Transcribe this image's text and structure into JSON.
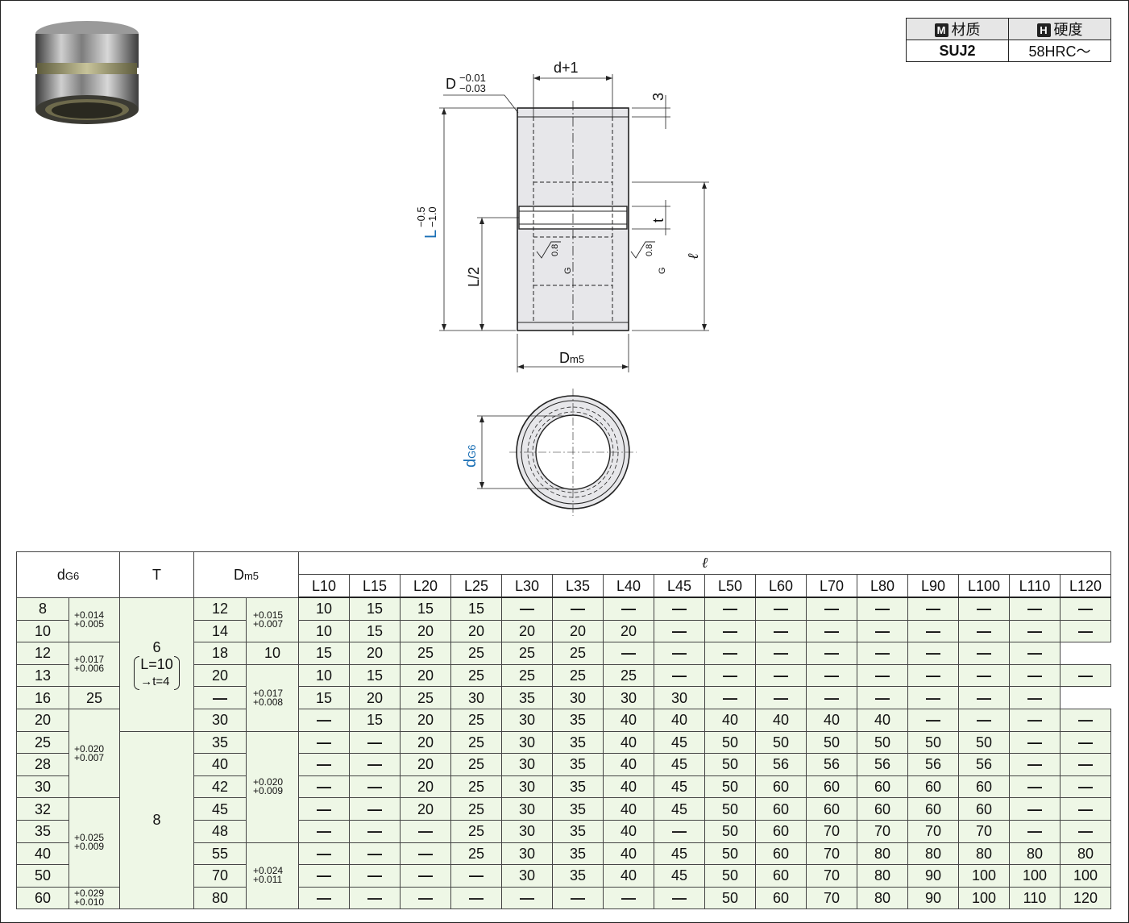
{
  "material_box": {
    "material_icon": "M",
    "material_label": "材质",
    "hardness_icon": "H",
    "hardness_label": "硬度",
    "material_value": "SUJ2",
    "hardness_value": "58HRC～"
  },
  "drawing": {
    "top_width_label": "d+1",
    "d_label": "D",
    "d_tol_upper": "−0.01",
    "d_tol_lower": "−0.03",
    "dim_3": "3",
    "dim_t": "t",
    "dim_L": "L",
    "dim_L_tol_upper": "−0.5",
    "dim_L_tol_lower": "−1.0",
    "dim_L2": "L/2",
    "dim_ell": "ℓ",
    "rough_val": "0.8",
    "rough_g": "G",
    "dm5_main": "D",
    "dm5_sub": "m5",
    "dg6_main": "d",
    "dg6_sub": "G6",
    "colors": {
      "line": "#222222",
      "body": "#e7e7ea",
      "tol_label": "#1a6fb5"
    }
  },
  "table": {
    "head": {
      "dg6_main": "d",
      "dg6_sub": "G6",
      "t_label": "T",
      "dm5_main": "D",
      "dm5_sub": "m5",
      "ell_label": "ℓ",
      "l_cols": [
        "L10",
        "L15",
        "L20",
        "L25",
        "L30",
        "L35",
        "L40",
        "L45",
        "L50",
        "L60",
        "L70",
        "L80",
        "L90",
        "L100",
        "L110",
        "L120"
      ]
    },
    "t_group1": {
      "value": "6",
      "note_line1": "L=10",
      "note_line2": "→t=4"
    },
    "t_group2": {
      "value": "8"
    },
    "d_tols": [
      {
        "upper": "+0.014",
        "lower": "+0.005"
      },
      {
        "upper": "+0.017",
        "lower": "+0.006"
      },
      {
        "upper": "+0.020",
        "lower": "+0.007"
      },
      {
        "upper": "+0.025",
        "lower": "+0.009"
      },
      {
        "upper": "+0.029",
        "lower": "+0.010"
      }
    ],
    "D_tols": [
      {
        "upper": "+0.015",
        "lower": "+0.007"
      },
      {
        "upper": "+0.017",
        "lower": "+0.008"
      },
      {
        "upper": "+0.020",
        "lower": "+0.009"
      },
      {
        "upper": "+0.024",
        "lower": "+0.011"
      }
    ],
    "rows": [
      {
        "d": "8",
        "D": "12",
        "vals": [
          "10",
          "15",
          "15",
          "15",
          "—",
          "—",
          "—",
          "—",
          "—",
          "—",
          "—",
          "—",
          "—",
          "—",
          "—",
          "—"
        ]
      },
      {
        "d": "10",
        "D": "14",
        "vals": [
          "10",
          "15",
          "20",
          "20",
          "20",
          "20",
          "20",
          "—",
          "—",
          "—",
          "—",
          "—",
          "—",
          "—",
          "—",
          "—"
        ]
      },
      {
        "d": "12",
        "D": "18",
        "vals": [
          "10",
          "15",
          "20",
          "25",
          "25",
          "25",
          "25",
          "—",
          "—",
          "—",
          "—",
          "—",
          "—",
          "—",
          "—",
          "—"
        ]
      },
      {
        "d": "13",
        "D": "20",
        "vals": [
          "10",
          "15",
          "20",
          "25",
          "25",
          "25",
          "25",
          "—",
          "—",
          "—",
          "—",
          "—",
          "—",
          "—",
          "—",
          "—"
        ]
      },
      {
        "d": "16",
        "D": "25",
        "vals": [
          "—",
          "15",
          "20",
          "25",
          "30",
          "35",
          "30",
          "30",
          "30",
          "—",
          "—",
          "—",
          "—",
          "—",
          "—",
          "—"
        ]
      },
      {
        "d": "20",
        "D": "30",
        "vals": [
          "—",
          "15",
          "20",
          "25",
          "30",
          "35",
          "40",
          "40",
          "40",
          "40",
          "40",
          "40",
          "—",
          "—",
          "—",
          "—"
        ]
      },
      {
        "d": "25",
        "D": "35",
        "vals": [
          "—",
          "—",
          "20",
          "25",
          "30",
          "35",
          "40",
          "45",
          "50",
          "50",
          "50",
          "50",
          "50",
          "50",
          "—",
          "—"
        ]
      },
      {
        "d": "28",
        "D": "40",
        "vals": [
          "—",
          "—",
          "20",
          "25",
          "30",
          "35",
          "40",
          "45",
          "50",
          "56",
          "56",
          "56",
          "56",
          "56",
          "—",
          "—"
        ]
      },
      {
        "d": "30",
        "D": "42",
        "vals": [
          "—",
          "—",
          "20",
          "25",
          "30",
          "35",
          "40",
          "45",
          "50",
          "60",
          "60",
          "60",
          "60",
          "60",
          "—",
          "—"
        ]
      },
      {
        "d": "32",
        "D": "45",
        "vals": [
          "—",
          "—",
          "20",
          "25",
          "30",
          "35",
          "40",
          "45",
          "50",
          "60",
          "60",
          "60",
          "60",
          "60",
          "—",
          "—"
        ]
      },
      {
        "d": "35",
        "D": "48",
        "vals": [
          "—",
          "—",
          "—",
          "25",
          "30",
          "35",
          "40",
          "—",
          "50",
          "60",
          "70",
          "70",
          "70",
          "70",
          "—",
          "—"
        ]
      },
      {
        "d": "40",
        "D": "55",
        "vals": [
          "—",
          "—",
          "—",
          "25",
          "30",
          "35",
          "40",
          "45",
          "50",
          "60",
          "70",
          "80",
          "80",
          "80",
          "80",
          "80"
        ]
      },
      {
        "d": "50",
        "D": "70",
        "vals": [
          "—",
          "—",
          "—",
          "—",
          "30",
          "35",
          "40",
          "45",
          "50",
          "60",
          "70",
          "80",
          "90",
          "100",
          "100",
          "100"
        ]
      },
      {
        "d": "60",
        "D": "80",
        "vals": [
          "—",
          "—",
          "—",
          "—",
          "—",
          "—",
          "—",
          "—",
          "50",
          "60",
          "70",
          "80",
          "90",
          "100",
          "110",
          "120"
        ]
      }
    ]
  }
}
